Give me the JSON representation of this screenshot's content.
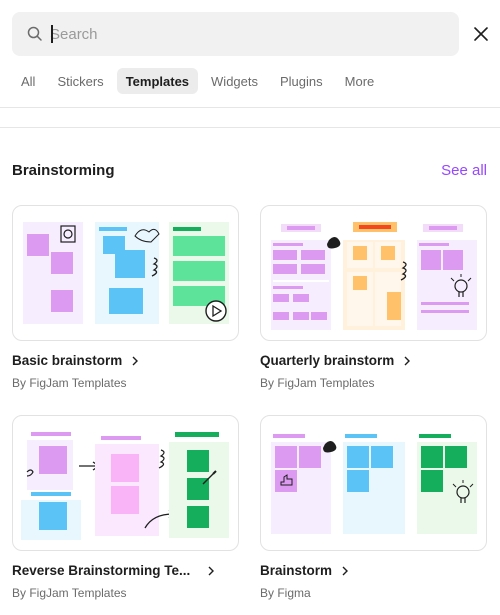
{
  "search": {
    "placeholder": "Search",
    "value": ""
  },
  "tabs": [
    {
      "label": "All"
    },
    {
      "label": "Stickers"
    },
    {
      "label": "Templates"
    },
    {
      "label": "Widgets"
    },
    {
      "label": "Plugins"
    },
    {
      "label": "More"
    }
  ],
  "active_tab": "Templates",
  "section": {
    "title": "Brainstorming",
    "see_all": "See all"
  },
  "cards": [
    {
      "title": "Basic brainstorm",
      "author": "By FigJam Templates"
    },
    {
      "title": "Quarterly brainstorm",
      "author": "By FigJam Templates"
    },
    {
      "title": "Reverse Brainstorming Te...",
      "author": "By FigJam Templates"
    },
    {
      "title": "Brainstorm",
      "author": "By Figma"
    }
  ],
  "colors": {
    "accent": "#9747ff",
    "purple": "#dc9af0",
    "blue": "#5cc3f7",
    "green": "#5de39a",
    "orange": "#ffc26b",
    "darkgreen": "#14ae5c"
  }
}
